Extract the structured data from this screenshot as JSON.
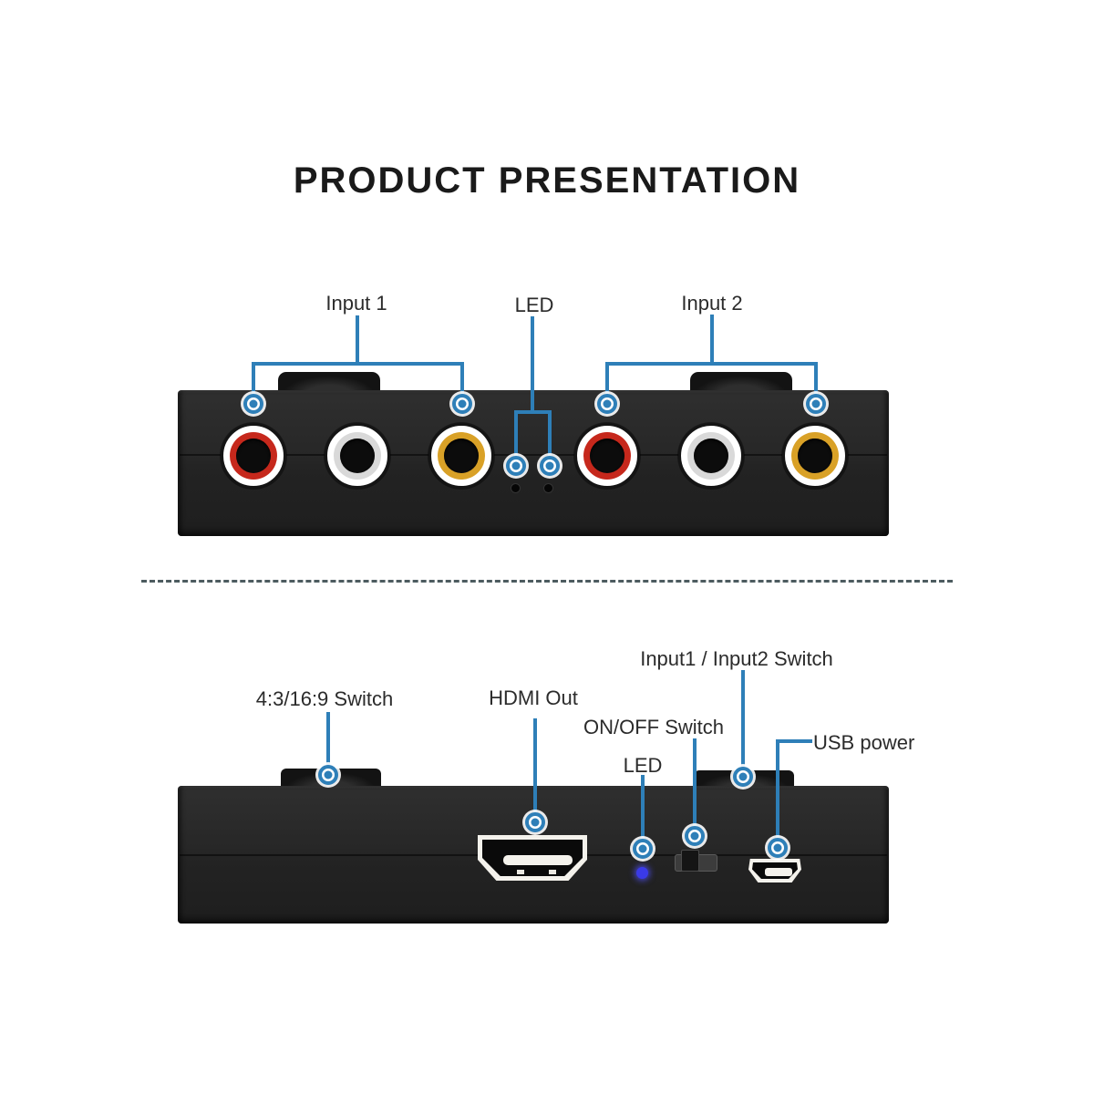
{
  "title": "PRODUCT PRESENTATION",
  "colors": {
    "accent_blue": "#2e7fb8",
    "device_body": "#262626",
    "rca_red": "#c6281c",
    "rca_white": "#d9d9d9",
    "rca_yellow": "#d9a127",
    "power_led_blue": "#3a3ae8",
    "divider": "#4d5c60"
  },
  "front_view": {
    "labels": {
      "input1": "Input 1",
      "led": "LED",
      "input2": "Input 2"
    },
    "connector_groups": [
      {
        "group": "Input 1",
        "jacks": [
          "red",
          "white",
          "yellow"
        ]
      },
      {
        "group": "Input 2",
        "jacks": [
          "red",
          "white",
          "yellow"
        ]
      }
    ],
    "led_indicator_count": 2
  },
  "rear_view": {
    "labels": {
      "aspect_switch": "4:3/16:9 Switch",
      "hdmi_out": "HDMI Out",
      "input_switch": "Input1 / Input2 Switch",
      "on_off_switch": "ON/OFF Switch",
      "led": "LED",
      "usb_power": "USB power"
    },
    "ports": [
      "aspect-ratio-switch",
      "hdmi-out-port",
      "power-led",
      "on-off-switch",
      "input-select-switch",
      "micro-usb-power-port"
    ]
  }
}
